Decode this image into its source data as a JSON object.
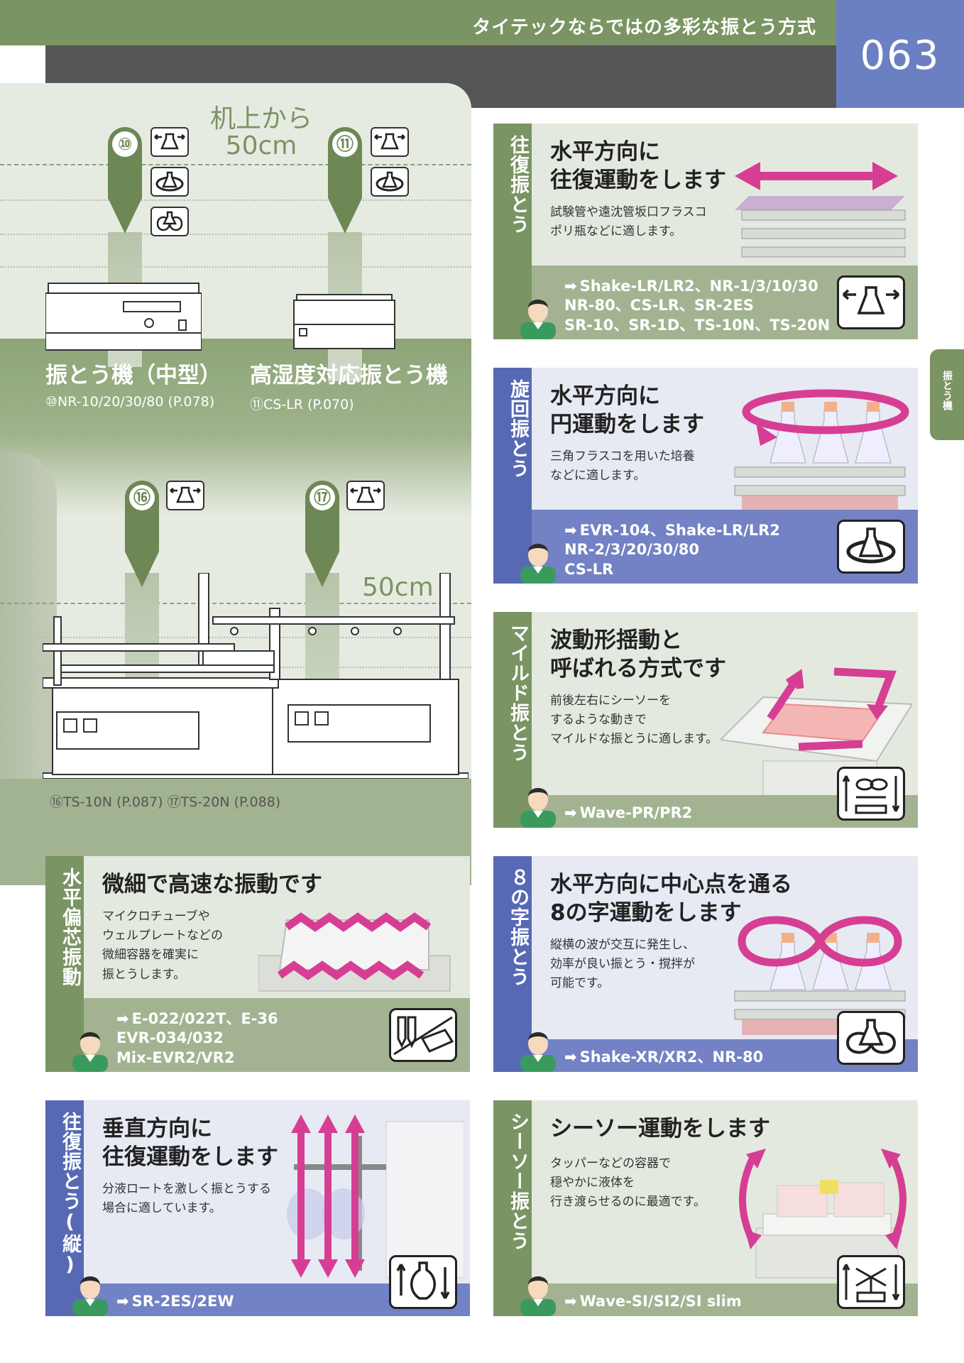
{
  "header": {
    "title": "タイテックならではの多彩な振とう方式",
    "page_number": "063"
  },
  "side_tab": {
    "label": "振とう機"
  },
  "left_panel": {
    "height_label_top": "机上から\n50cm",
    "height_label_bottom": "50cm",
    "markers": [
      {
        "num": "⑩",
        "icons": [
          "reciprocal-icon",
          "rotary-icon",
          "figure-eight-icon"
        ]
      },
      {
        "num": "⑪",
        "icons": [
          "reciprocal-icon",
          "rotary-icon"
        ]
      },
      {
        "num": "⑯",
        "icons": [
          "reciprocal-icon"
        ]
      },
      {
        "num": "⑰",
        "icons": [
          "reciprocal-icon"
        ]
      }
    ],
    "products": [
      {
        "name": "振とう機（中型）",
        "model": "⑩NR-10/20/30/80 (P.078)"
      },
      {
        "name": "高湿度対応振とう機",
        "model": "⑪CS-LR (P.070)"
      }
    ],
    "bottom_models": "⑯TS-10N (P.087)  ⑰TS-20N (P.088)"
  },
  "cards": [
    {
      "side_label": "往復振とう",
      "title": "水平方向に\n往復運動をします",
      "desc": "試験管や遠沈管坂口フラスコ\nポリ瓶などに適します。",
      "models": "Shake-LR/LR2、NR-1/3/10/30\nNR-80、CS-LR、SR-2ES\nSR-10、SR-1D、TS-10N、TS-20N",
      "icon": "reciprocal-icon"
    },
    {
      "side_label": "旋回振とう",
      "title": "水平方向に\n円運動をします",
      "desc": "三角フラスコを用いた培養\nなどに適します。",
      "models": "EVR-104、Shake-LR/LR2\nNR-2/3/20/30/80\nCS-LR",
      "icon": "rotary-icon"
    },
    {
      "side_label": "マイルド振とう",
      "title": "波動形揺動と\n呼ばれる方式です",
      "desc": "前後左右にシーソーを\nするような動きで\nマイルドな振とうに適します。",
      "models": "Wave-PR/PR2",
      "icon": "wave-icon"
    },
    {
      "side_label": "水平偏芯振動",
      "title": "微細で高速な振動です",
      "desc": "マイクロチューブや\nウェルプレートなどの\n微細容器を確実に\n振とうします。",
      "models": "E-022/022T、E-36\nEVR-034/032\nMix-EVR2/VR2",
      "icon": "microtube-icon"
    },
    {
      "side_label": "８の字振とう",
      "title": "水平方向に中心点を通る\n8の字運動をします",
      "desc": "縦横の波が交互に発生し、\n効率が良い振とう・撹拌が\n可能です。",
      "models": "Shake-XR/XR2、NR-80",
      "icon": "figure-eight-icon"
    },
    {
      "side_label": "往復振とう(縦)",
      "title": "垂直方向に\n往復運動をします",
      "desc": "分液ロートを激しく振とうする\n場合に適しています。",
      "models": "SR-2ES/2EW",
      "icon": "vertical-icon"
    },
    {
      "side_label": "シーソー振とう",
      "title": "シーソー運動をします",
      "desc": "タッパーなどの容器で\n穏やかに液体を\n行き渡らせるのに最適です。",
      "models": "Wave-SI/SI2/SI slim",
      "icon": "seesaw-icon"
    }
  ],
  "colors": {
    "green": "#7a9463",
    "blue": "#5769b3",
    "magenta": "#d63e94",
    "gray_band": "#555555",
    "page_box": "#6b80c3"
  }
}
